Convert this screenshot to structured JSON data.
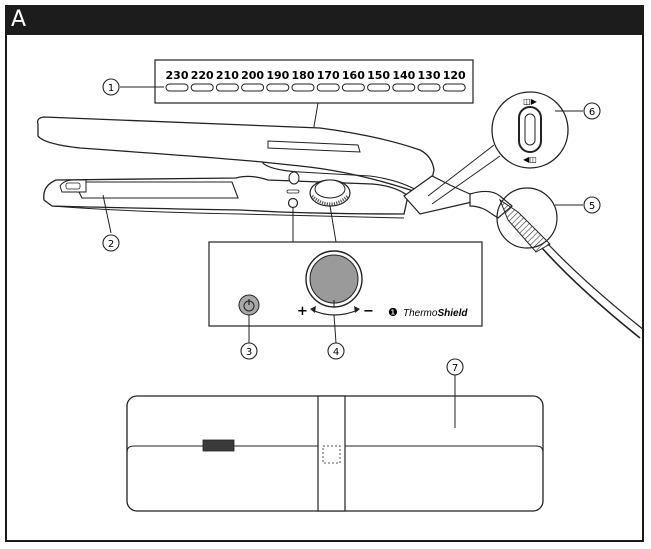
{
  "header": {
    "letter": "A"
  },
  "temperature_scale": [
    "230",
    "220",
    "210",
    "200",
    "190",
    "180",
    "170",
    "160",
    "150",
    "140",
    "130",
    "120"
  ],
  "callouts": {
    "c1": "1",
    "c2": "2",
    "c3": "3",
    "c4": "4",
    "c5": "5",
    "c6": "6",
    "c7": "7"
  },
  "control_panel": {
    "plus": "+",
    "minus": "−",
    "brand": "ThermoShield",
    "brand_prefix": "Thermo",
    "brand_suffix": "Shield"
  },
  "colors": {
    "header": "#1c1c1c",
    "line": "#222222",
    "knob": "#9a9a9a",
    "power": "#a8a8a8"
  }
}
